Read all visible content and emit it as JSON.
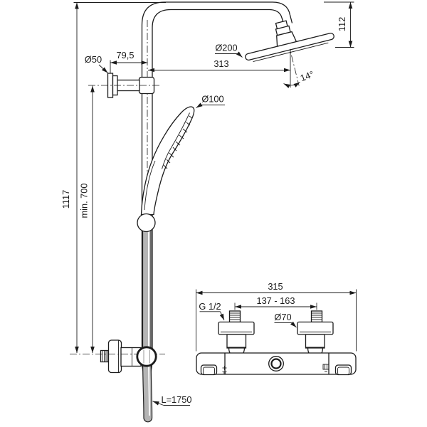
{
  "colors": {
    "line": "#1b1b1b",
    "hose": "#b4b4b4",
    "background": "#ffffff"
  },
  "labels": {
    "overall_height": "1117",
    "min_install_height": "min. 700",
    "wall_offset": "79,5",
    "wall_bracket_dia": "Ø50",
    "handshower_dia": "Ø100",
    "rainhead_dia": "Ø200",
    "arm_projection": "313",
    "head_drop": "112",
    "head_tilt_angle": "14°",
    "hose_length": "L=1750",
    "mixer_overall_width": "315",
    "inlet_centres": "137 - 163",
    "inlet_thread": "G 1/2",
    "escutcheon_dia": "Ø70"
  }
}
